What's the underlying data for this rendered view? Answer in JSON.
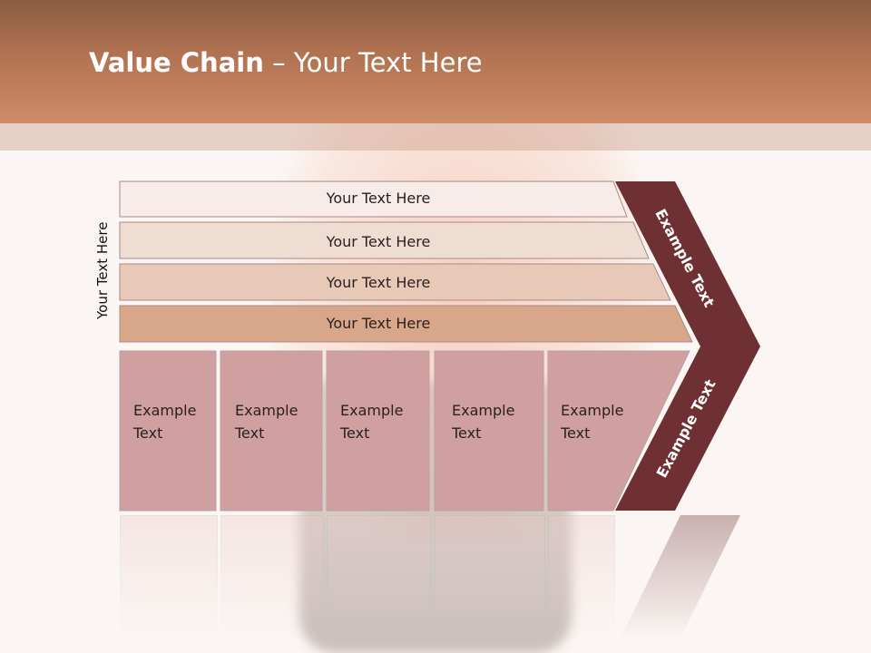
{
  "slide": {
    "title_bold": "Value Chain",
    "title_rest": " – Your Text Here",
    "side_label": "Your Text Here"
  },
  "diagram": {
    "support_rows": [
      {
        "label": "Your Text Here",
        "fill": "#f7ece7"
      },
      {
        "label": "Your Text Here",
        "fill": "#f0ddd2"
      },
      {
        "label": "Your Text Here",
        "fill": "#e8c9b8"
      },
      {
        "label": "Your Text Here",
        "fill": "#d8a78a"
      }
    ],
    "primary_boxes": [
      {
        "line1": "Example",
        "line2": "Text"
      },
      {
        "line1": "Example",
        "line2": "Text"
      },
      {
        "line1": "Example",
        "line2": "Text"
      },
      {
        "line1": "Example",
        "line2": "Text"
      },
      {
        "line1": "Example",
        "line2": "Text"
      }
    ],
    "chevron": {
      "upper_label": "Example Text",
      "lower_label": "Example Text",
      "fill": "#6e3033"
    },
    "box_fill": "#d0a0a0"
  }
}
